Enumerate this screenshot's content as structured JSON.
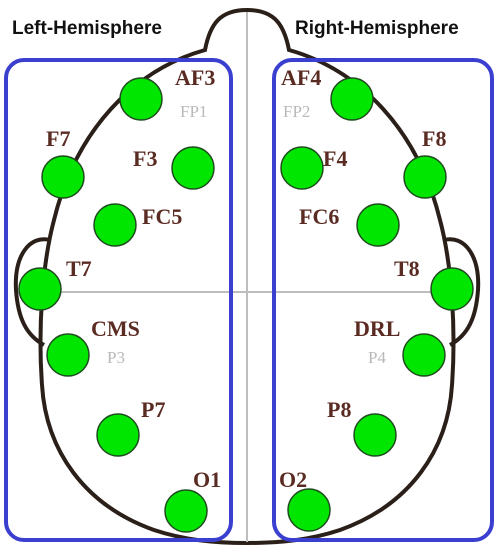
{
  "titles": {
    "left": "Left-Hemisphere",
    "right": "Right-Hemisphere"
  },
  "colors": {
    "electrode": "#00e600",
    "electrode_stroke": "#1e4d1e",
    "hemisphere_box": "#3b3fcf",
    "head_outline": "#2b1f19",
    "label": "#5a2b22",
    "reference_label": "#b9b9b9",
    "midline": "#bdbdbd"
  },
  "electrodes": [
    {
      "name": "AF3",
      "hemisphere": "left"
    },
    {
      "name": "F7",
      "hemisphere": "left"
    },
    {
      "name": "F3",
      "hemisphere": "left"
    },
    {
      "name": "FC5",
      "hemisphere": "left"
    },
    {
      "name": "T7",
      "hemisphere": "left"
    },
    {
      "name": "CMS",
      "hemisphere": "left"
    },
    {
      "name": "P7",
      "hemisphere": "left"
    },
    {
      "name": "O1",
      "hemisphere": "left"
    },
    {
      "name": "AF4",
      "hemisphere": "right"
    },
    {
      "name": "F8",
      "hemisphere": "right"
    },
    {
      "name": "F4",
      "hemisphere": "right"
    },
    {
      "name": "FC6",
      "hemisphere": "right"
    },
    {
      "name": "T8",
      "hemisphere": "right"
    },
    {
      "name": "DRL",
      "hemisphere": "right"
    },
    {
      "name": "P8",
      "hemisphere": "right"
    },
    {
      "name": "O2",
      "hemisphere": "right"
    }
  ],
  "reference_labels": [
    "FP1",
    "FP2",
    "P3",
    "P4"
  ]
}
